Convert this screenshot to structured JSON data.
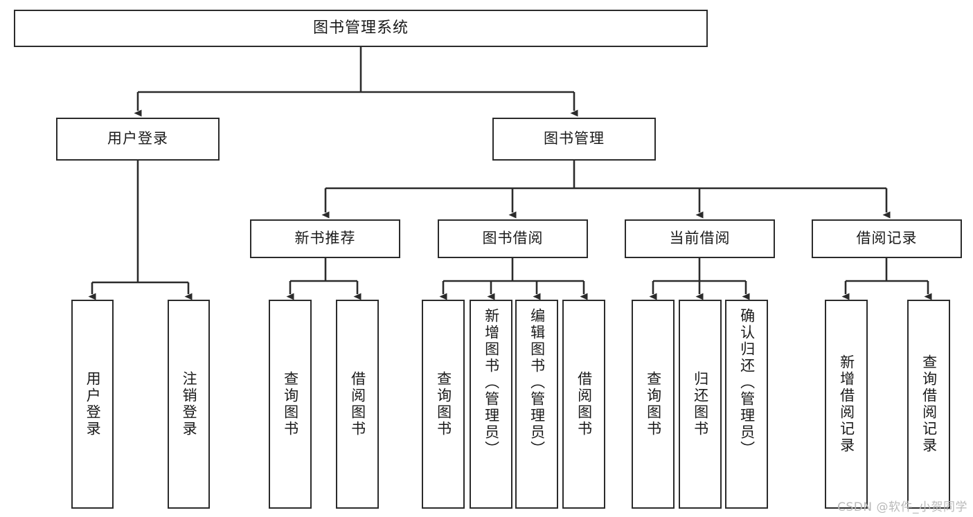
{
  "diagram": {
    "title": "图书管理系统",
    "type": "hierarchy-tree",
    "watermark": "CSDN @软件_小贺同学",
    "root": {
      "label": "图书管理系统"
    },
    "level2": [
      {
        "label": "用户登录"
      },
      {
        "label": "图书管理"
      }
    ],
    "level3": [
      {
        "label": "新书推荐"
      },
      {
        "label": "图书借阅"
      },
      {
        "label": "当前借阅"
      },
      {
        "label": "借阅记录"
      }
    ],
    "leaves": {
      "user_login": [
        {
          "label": "用户登录"
        },
        {
          "label": "注销登录"
        }
      ],
      "new_book": [
        {
          "label": "查询图书"
        },
        {
          "label": "借阅图书"
        }
      ],
      "book_borrow": [
        {
          "label": "查询图书"
        },
        {
          "label": "新增图书（管理员）"
        },
        {
          "label": "编辑图书（管理员）"
        },
        {
          "label": "借阅图书"
        }
      ],
      "current_borrow": [
        {
          "label": "查询图书"
        },
        {
          "label": "归还图书"
        },
        {
          "label": "确认归还（管理员）"
        }
      ],
      "borrow_record": [
        {
          "label": "新增借阅记录"
        },
        {
          "label": "查询借阅记录"
        }
      ]
    },
    "colors": {
      "border": "#2b2b2b",
      "connector": "#2b2b2b",
      "text": "#1a1a1a",
      "background": "#ffffff",
      "watermark": "#b9b9b9"
    }
  }
}
